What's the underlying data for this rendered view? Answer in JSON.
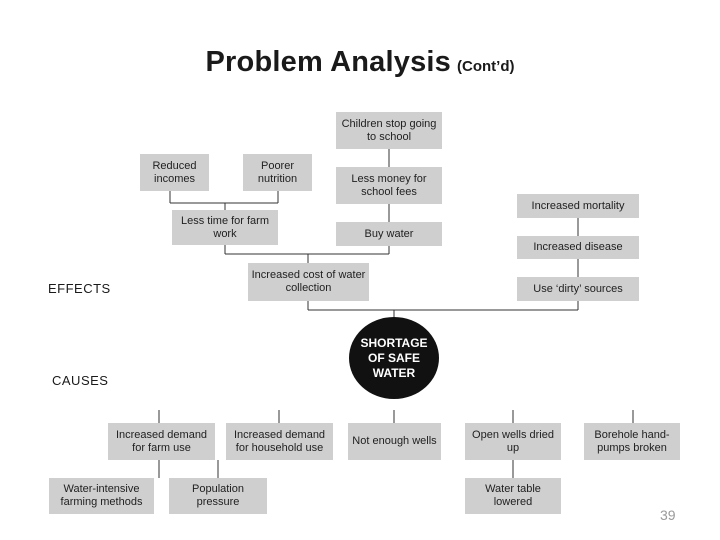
{
  "slide": {
    "title": "Problem Analysis",
    "subtitle": "(Cont’d)",
    "page_number": "39"
  },
  "labels": {
    "effects": "EFFECTS",
    "causes": "CAUSES"
  },
  "core_problem": {
    "line1": "SHORTAGE",
    "line2": "OF SAFE",
    "line3": "WATER"
  },
  "effects": {
    "children_stop": "Children stop going to school",
    "reduced_incomes": "Reduced incomes",
    "poorer_nutrition": "Poorer nutrition",
    "less_money": "Less money for school fees",
    "less_time": "Less time for farm work",
    "buy_water": "Buy water",
    "increased_cost": "Increased cost of water collection",
    "increased_mortality": "Increased mortality",
    "increased_disease": "Increased disease",
    "dirty_sources": "Use ‘dirty’ sources"
  },
  "causes": {
    "demand_farm": "Increased demand for farm use",
    "demand_household": "Increased demand for household use",
    "not_enough_wells": "Not enough wells",
    "wells_dried": "Open wells dried up",
    "borehole": "Borehole hand-pumps broken",
    "water_intensive": "Water-intensive farming methods",
    "population": "Population pressure",
    "water_table": "Water table lowered"
  }
}
